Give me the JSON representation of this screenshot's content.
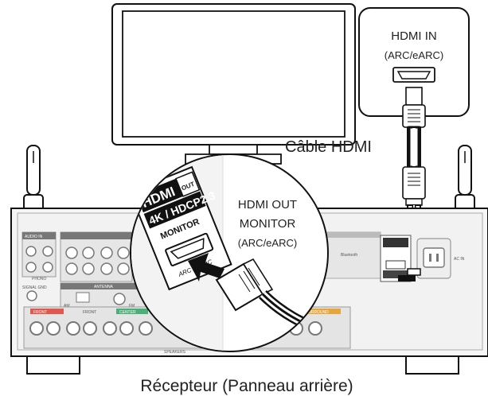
{
  "tv": {
    "port_title": "HDMI IN",
    "port_sub": "(ARC/eARC)"
  },
  "cable": {
    "label": "Câble HDMI"
  },
  "receiver": {
    "caption": "Récepteur (Panneau arrière)",
    "callout_title_1": "HDMI OUT",
    "callout_title_2": "MONITOR",
    "callout_sub": "(ARC/eARC)",
    "panel_badge": "HDMI",
    "panel_badge_out": "OUT",
    "panel_spec": "4K / HDCP2.3",
    "panel_monitor": "MONITOR",
    "panel_port_label": "ARC / eARC",
    "rear": {
      "audio_in": "AUDIO IN",
      "phono": "PHONO",
      "signal_gnd": "SIGNAL GND",
      "antenna": "ANTENNA",
      "am": "AM",
      "fm": "FM",
      "front": "FRONT",
      "front_b": "FRONT",
      "center": "CENTER",
      "surround": "SURROUND",
      "speakers": "SPEAKERS",
      "ac_in": "AC IN",
      "bluetooth": "Bluetooth"
    }
  },
  "colors": {
    "front_l": "#e0584e",
    "front_r": "#e0584e",
    "center": "#4caf78",
    "surround": "#e7a53a",
    "panel_fill": "#f3f3f3",
    "outline": "#111111"
  }
}
